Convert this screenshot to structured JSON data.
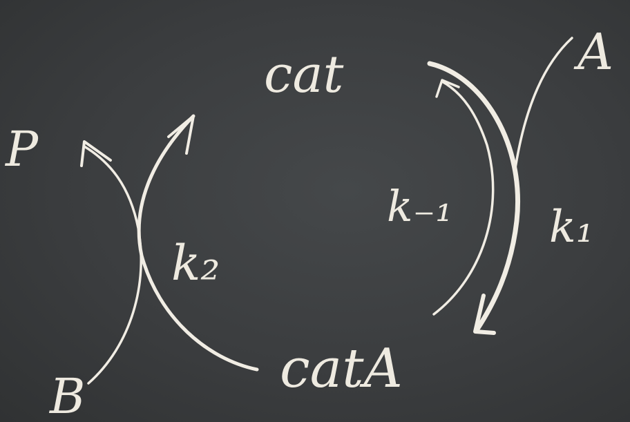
{
  "diagram": {
    "nodes": {
      "cat": "cat",
      "catA": "catA",
      "A": "A",
      "P": "P",
      "B": "B"
    },
    "rate_constants": {
      "k1": "k₁",
      "k_minus1": "k₋₁",
      "k2": "k₂"
    }
  }
}
